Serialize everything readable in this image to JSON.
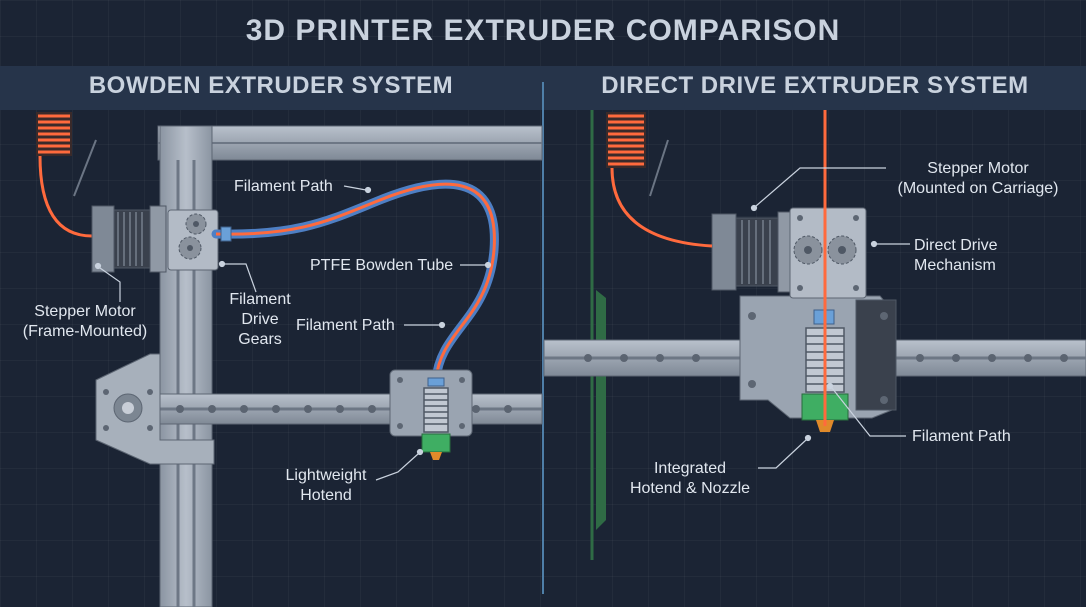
{
  "title": "3D PRINTER EXTRUDER COMPARISON",
  "panels": {
    "left": {
      "title": "BOWDEN EXTRUDER SYSTEM",
      "labels": {
        "filament_path_top": "Filament Path",
        "ptfe_tube": "PTFE Bowden Tube",
        "filament_path_mid": "Filament Path",
        "stepper_motor": "Stepper Motor\n(Frame-Mounted)",
        "drive_gears": "Filament\nDrive\nGears",
        "hotend": "Lightweight\nHotend"
      }
    },
    "right": {
      "title": "DIRECT DRIVE EXTRUDER SYSTEM",
      "labels": {
        "stepper_motor": "Stepper Motor\n(Mounted on Carriage)",
        "drive_mechanism": "Direct Drive\nMechanism",
        "filament_path": "Filament Path",
        "hotend_nozzle": "Integrated\nHotend & Nozzle"
      }
    }
  },
  "colors": {
    "background": "#1b2434",
    "filament": "#ff6a3d",
    "ptfe_tube": "#4e7fc4",
    "frame": "#9aa4b1",
    "hotend_block": "#3fae63",
    "nozzle": "#e08a2a",
    "divider": "#4f7fa8"
  },
  "icons": [
    "spool-icon",
    "stepper-motor-icon",
    "gear-icon",
    "hotend-icon",
    "nozzle-icon",
    "linear-rail-icon"
  ]
}
